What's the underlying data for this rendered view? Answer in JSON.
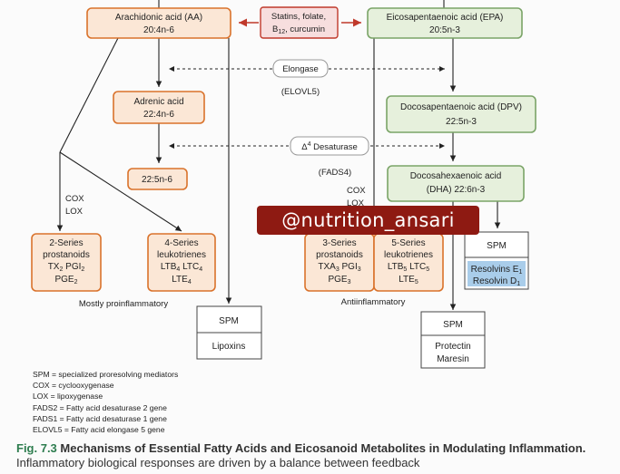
{
  "nodes": {
    "aa": [
      "Arachidonic acid (AA)",
      "20:4n-6"
    ],
    "statins": [
      "Statins, folate,",
      "B12, curcumin"
    ],
    "epa": [
      "Eicosapentaenoic acid (EPA)",
      "20:5n-3"
    ],
    "elongase": "Elongase",
    "elongase_gene": "(ELOVL5)",
    "adrenic": [
      "Adrenic acid",
      "22:4n-6"
    ],
    "dpv": [
      "Docosapentaenoic acid (DPV)",
      "22:5n-3"
    ],
    "desaturase": "Δ4 Desaturase",
    "desaturase_gene": "(FADS4)",
    "n6_225": "22:5n-6",
    "dha": [
      "Docosahexaenoic acid",
      "(DHA) 22:6n-3"
    ],
    "cox_lox_left": [
      "COX",
      "LOX"
    ],
    "cox_lox_right": [
      "COX",
      "LOX"
    ],
    "series2": [
      "2-Series",
      "prostanoids",
      "TX2 PGI2",
      "PGE2"
    ],
    "series4": [
      "4-Series",
      "leukotrienes",
      "LTB4 LTC4",
      "LTE4"
    ],
    "series3": [
      "3-Series",
      "prostanoids",
      "TXA3 PGI3",
      "PGE3"
    ],
    "series5": [
      "5-Series",
      "leukotrienes",
      "LTB5 LTC5",
      "LTE5"
    ],
    "spm_resolvins": {
      "title": "SPM",
      "items": [
        "Resolvins E1",
        "Resolvin D1"
      ]
    },
    "spm_lipoxins": {
      "title": "SPM",
      "items": [
        "Lipoxins"
      ]
    },
    "spm_protectin": {
      "title": "SPM",
      "items": [
        "Protectin",
        "Maresin"
      ]
    },
    "label_pro": "Mostly proinflammatory",
    "label_anti": "Antiinflammatory"
  },
  "legend": [
    "SPM = specialized proresolving mediators",
    "COX = cyclooxygenase",
    "LOX = lipoxygenase",
    "FADS2 = Fatty acid desaturase 2 gene",
    "FADS1 = Fatty acid desaturase 1 gene",
    "ELOVL5 = Fatty acid elongase 5 gene"
  ],
  "watermark": "@nutrition_ansari",
  "caption": {
    "fig": "Fig. 7.3",
    "title": "Mechanisms of Essential Fatty Acids and Eicosanoid Metabolites in Modulating Inflammation.",
    "text": "Inflammatory biological responses are driven by a balance between feedback"
  },
  "colors": {
    "orange_fill": "#fbe7d6",
    "orange_border": "#d9722b",
    "green_fill": "#e6f0dc",
    "green_border": "#7aa467",
    "red_border": "#c0392b",
    "red_fill": "#f7dede",
    "spm_highlight": "#a9cdea",
    "figure_green": "#2e7d4f",
    "watermark_bg": "#8e1a12"
  }
}
